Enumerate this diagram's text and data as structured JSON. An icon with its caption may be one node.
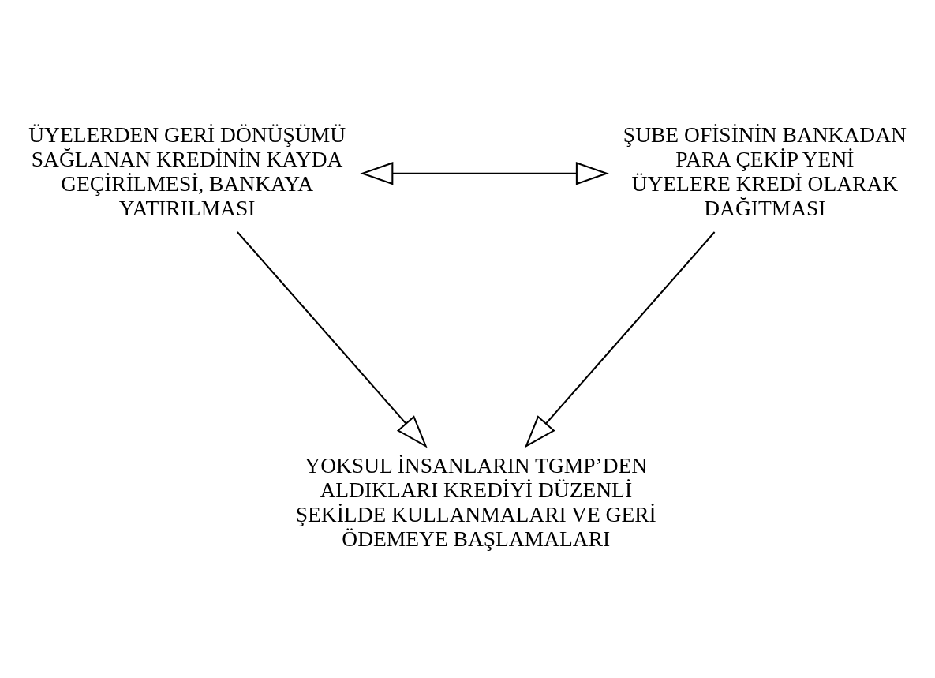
{
  "diagram": {
    "nodes": [
      {
        "text": [
          "ÜYELERDEN GERİ DÖNÜŞÜMÜ SAĞLANAN KREDİNİN KAYDA GEÇİRİLMESİ, BANKAYA YATIRILMASI"
        ]
      },
      {
        "text": [
          "ŞUBE OFİSİNİN BANKADAN PARA ÇEKİP YENİ ÜYELERE KREDİ OLARAK DAĞITMASI"
        ]
      },
      {
        "text": [
          "YOKSUL İNSANLARIN TGMP’DEN ALDIKLARI KREDİYİ DÜZENLİ ŞEKİLDE KULLANMALARI VE GERİ ÖDEMEYE BAŞLAMALARI"
        ]
      }
    ],
    "edges": [
      {
        "from": 0,
        "to": 1,
        "arrow": "both"
      },
      {
        "from": 0,
        "to": 2,
        "arrow": "to"
      },
      {
        "from": 1,
        "to": 2,
        "arrow": "to"
      }
    ]
  }
}
